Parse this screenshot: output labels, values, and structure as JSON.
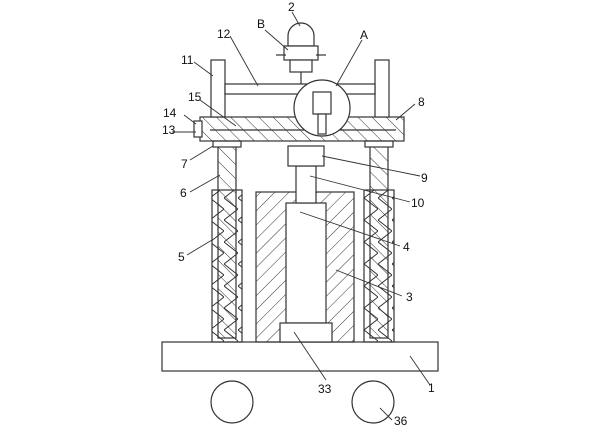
{
  "diagram": {
    "type": "patent-mechanical-drawing",
    "callouts": {
      "c1": "1",
      "c2": "2",
      "c3": "3",
      "c4": "4",
      "c5": "5",
      "c6": "6",
      "c7": "7",
      "c8": "8",
      "c9": "9",
      "c10": "10",
      "c11": "11",
      "c12": "12",
      "c13": "13",
      "c14": "14",
      "c15": "15",
      "c33": "33",
      "c36": "36",
      "cA": "A",
      "cB": "B"
    }
  }
}
